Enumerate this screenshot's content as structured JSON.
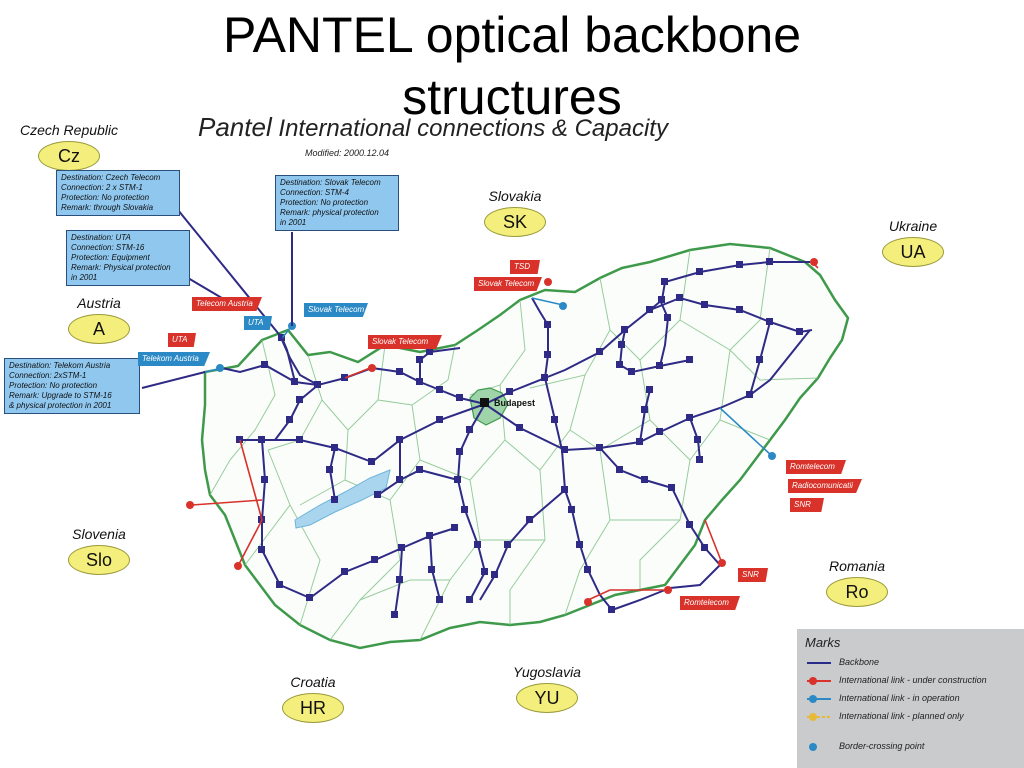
{
  "slide_title_line1": "PANTEL optical backbone",
  "slide_title_line2": "structures",
  "map_title_brand": "Pantel",
  "map_title_rest": "International connections & Capacity",
  "modified": "Modified: 2000.12.04",
  "capital": "Budapest",
  "countries": [
    {
      "id": "cz",
      "name": "Czech Republic",
      "code": "Cz"
    },
    {
      "id": "sk",
      "name": "Slovakia",
      "code": "SK"
    },
    {
      "id": "ua",
      "name": "Ukraine",
      "code": "UA"
    },
    {
      "id": "at",
      "name": "Austria",
      "code": "A"
    },
    {
      "id": "slo",
      "name": "Slovenia",
      "code": "Slo"
    },
    {
      "id": "ro",
      "name": "Romania",
      "code": "Ro"
    },
    {
      "id": "hr",
      "name": "Croatia",
      "code": "HR"
    },
    {
      "id": "yu",
      "name": "Yugoslavia",
      "code": "YU"
    }
  ],
  "infoboxes": [
    {
      "id": "cz",
      "lines": [
        "Destination: Czech Telecom",
        "Connection: 2 x STM-1",
        "Protection: No protection",
        "Remark: through Slovakia"
      ]
    },
    {
      "id": "sk",
      "lines": [
        "Destination: Slovak Telecom",
        "Connection: STM-4",
        "Protection: No protection",
        "Remark: physical protection",
        "in 2001"
      ]
    },
    {
      "id": "uta",
      "lines": [
        "Destination: UTA",
        "Connection: STM-16",
        "Protection: Equipment",
        "Remark: Physical protection",
        "in 2001"
      ]
    },
    {
      "id": "ta",
      "lines": [
        "Destination: Telekom Austria",
        "Connection: 2xSTM-1",
        "Protection: No protection",
        "Remark: Upgrade to STM-16",
        "& physical protection in 2001"
      ]
    }
  ],
  "tags": {
    "sk_red1": "TSD",
    "sk_red2": "Slovak Telecom",
    "at_red": "Telecom Austria",
    "uta_blue": "UTA",
    "sk_blue": "Slovak Telecom",
    "uta_red": "UTA",
    "ta_blue": "Telekom Austria",
    "sk_red3": "Slovak Telecom",
    "ro1": "Romtelecom",
    "ro2": "Radiocomunicatii",
    "ro3": "SNR",
    "ro4": "SNR",
    "ro5": "Romtelecom"
  },
  "legend": {
    "title": "Marks",
    "items": [
      {
        "label": "Backbone",
        "color": "#2a2a8a"
      },
      {
        "label": "International link - under construction",
        "color": "#d8322a"
      },
      {
        "label": "International link - in operation",
        "color": "#2b8ac6"
      },
      {
        "label": "International link - planned only",
        "color": "#e8b83a"
      },
      {
        "label": "Border-crossing point",
        "color": "#2b8ac6"
      }
    ]
  }
}
